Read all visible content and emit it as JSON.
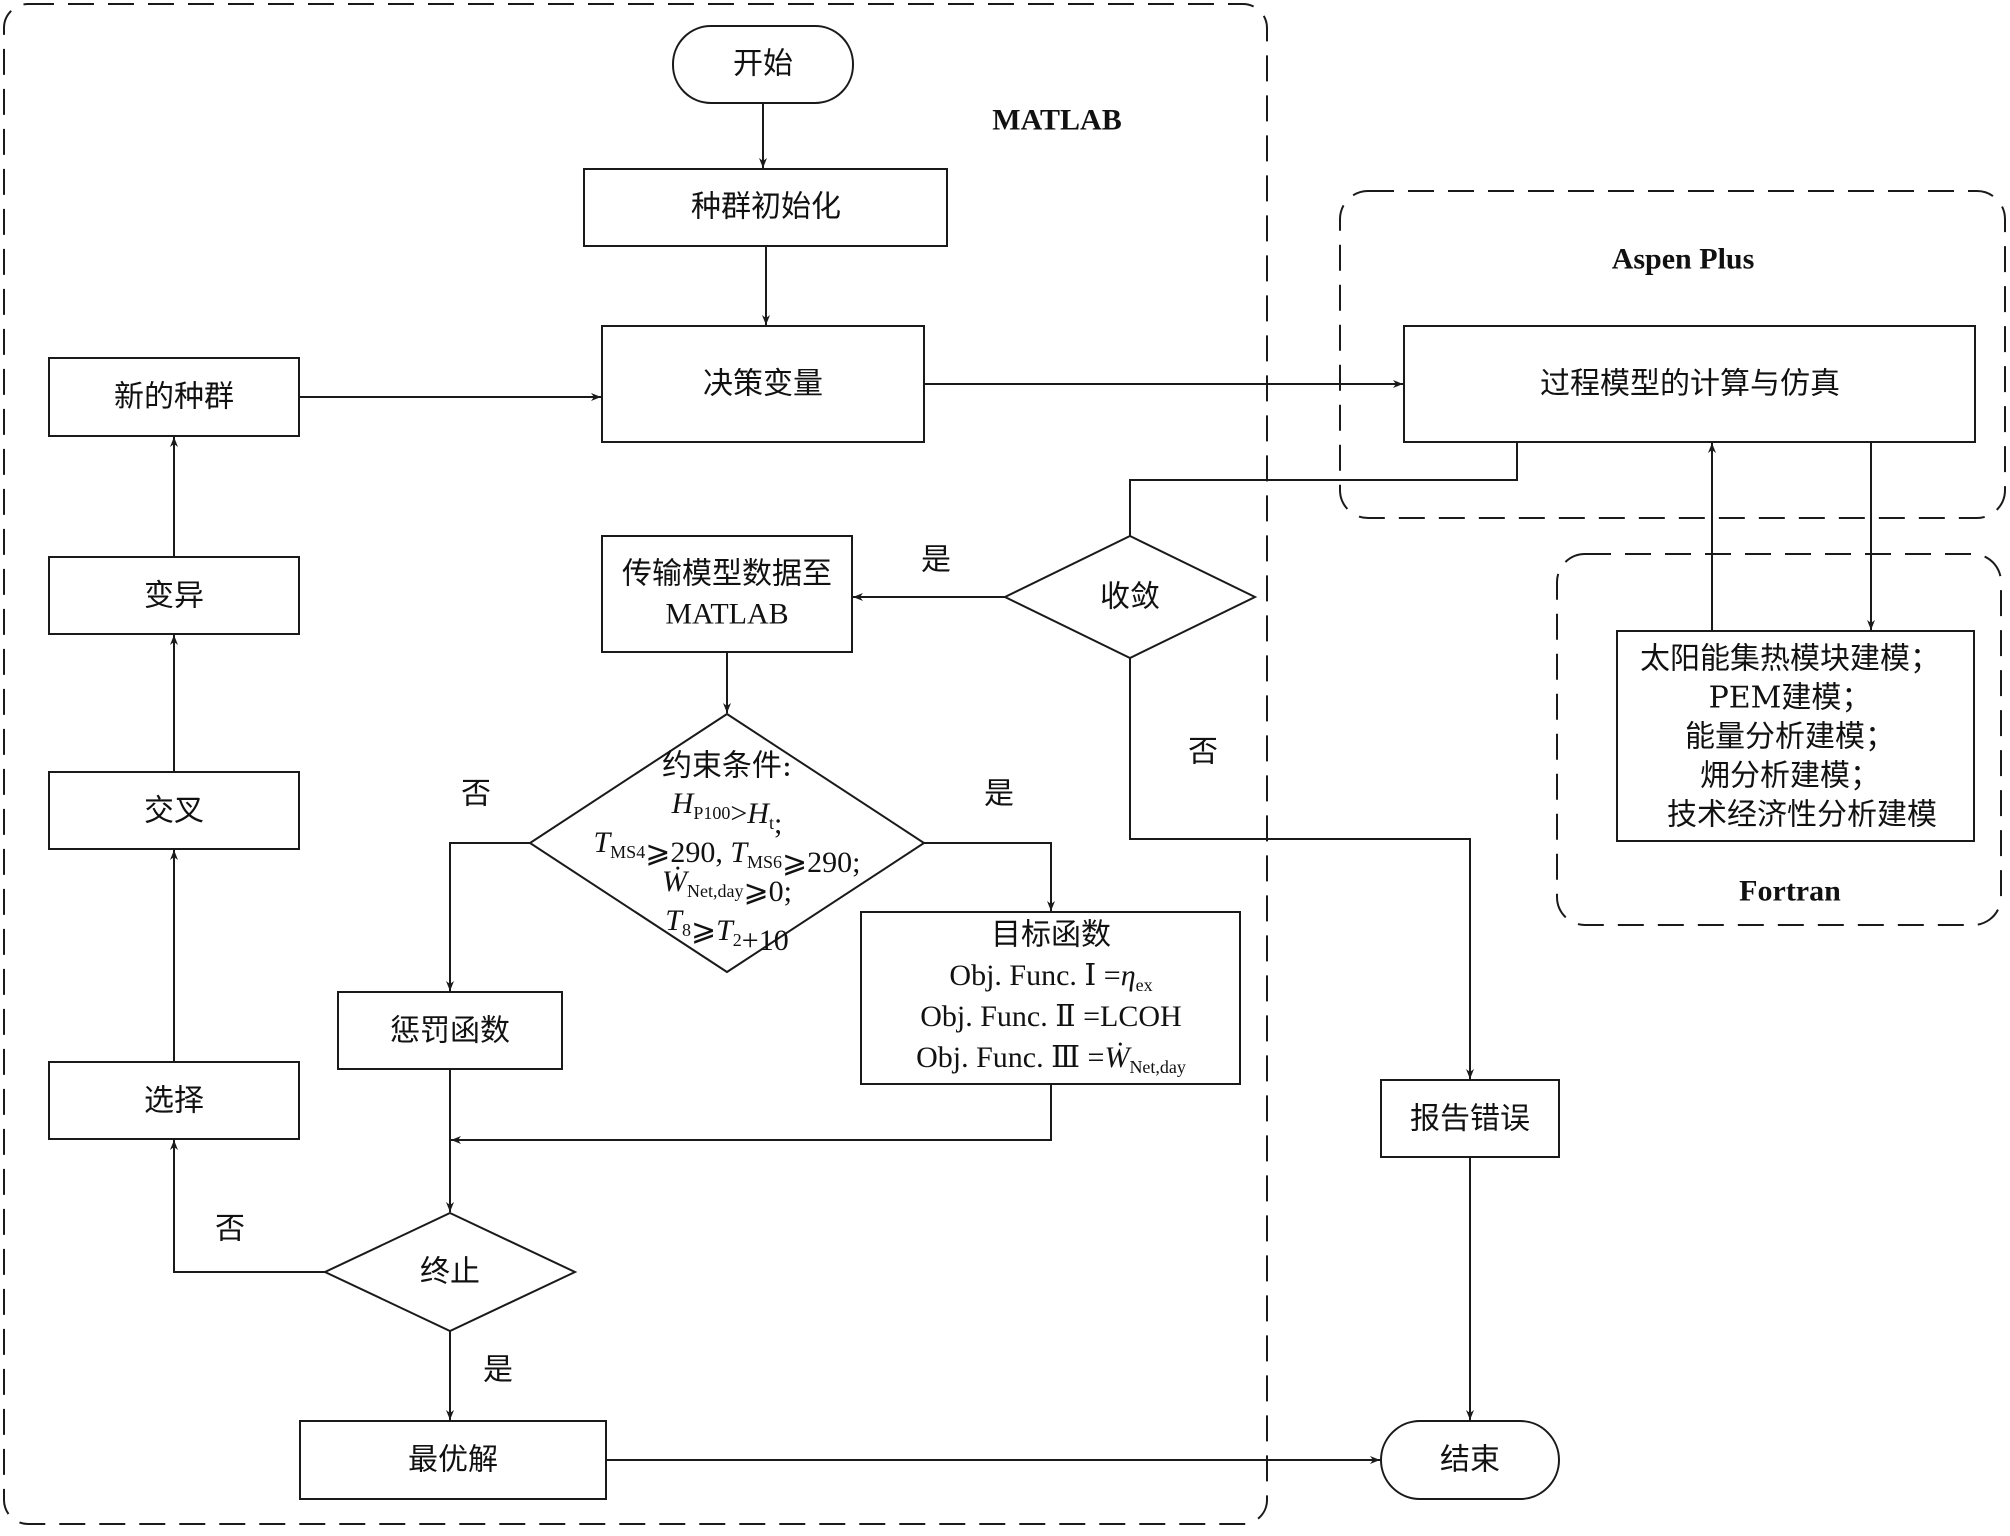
{
  "regions": {
    "matlab": "MATLAB",
    "aspen": "Aspen Plus",
    "fortran": "Fortran"
  },
  "nodes": {
    "start": "开始",
    "init_population": "种群初始化",
    "decision_vars": "决策变量",
    "new_population": "新的种群",
    "mutation": "变异",
    "crossover": "交叉",
    "selection": "选择",
    "transfer_data_line1": "传输模型数据至",
    "transfer_data_line2": "MATLAB",
    "converge": "收敛",
    "constraint_title": "约束条件:",
    "constraint_lines": [
      {
        "parts": [
          {
            "t": "H",
            "i": true
          },
          {
            "t": "P100",
            "sub": true
          },
          {
            "t": ">"
          },
          {
            "t": "H",
            "i": true
          },
          {
            "t": "t",
            "sub": true
          },
          {
            "t": ";"
          }
        ]
      },
      {
        "parts": [
          {
            "t": "T",
            "i": true
          },
          {
            "t": "MS4",
            "sub": true
          },
          {
            "t": "⩾290, "
          },
          {
            "t": "T",
            "i": true
          },
          {
            "t": "MS6",
            "sub": true
          },
          {
            "t": "⩾290;"
          }
        ]
      },
      {
        "parts": [
          {
            "t": "Ẇ",
            "i": true
          },
          {
            "t": "Net,day",
            "sub": true
          },
          {
            "t": "⩾0;"
          }
        ]
      },
      {
        "parts": [
          {
            "t": "T",
            "i": true
          },
          {
            "t": "8",
            "sub": true
          },
          {
            "t": "⩾"
          },
          {
            "t": "T",
            "i": true
          },
          {
            "t": "2",
            "sub": true
          },
          {
            "t": "+10"
          }
        ]
      }
    ],
    "objective_title": "目标函数",
    "objective_lines": [
      {
        "parts": [
          {
            "t": "Obj. Func. Ⅰ ="
          },
          {
            "t": "η",
            "i": true
          },
          {
            "t": "ex",
            "sub": true
          }
        ]
      },
      {
        "parts": [
          {
            "t": "Obj. Func. Ⅱ =LCOH"
          }
        ]
      },
      {
        "parts": [
          {
            "t": "Obj. Func. Ⅲ ="
          },
          {
            "t": "Ẇ",
            "i": true
          },
          {
            "t": "Net,day",
            "sub": true
          }
        ]
      }
    ],
    "penalty": "惩罚函数",
    "terminate": "终止",
    "optimal": "最优解",
    "end": "结束",
    "report_error": "报告错误",
    "process_model": "过程模型的计算与仿真",
    "fortran_lines": [
      "太阳能集热模块建模；",
      "PEM建模；",
      "能量分析建模；",
      "㶲分析建模；",
      "技术经济性分析建模"
    ]
  },
  "edge_labels": {
    "converge_yes": "是",
    "converge_no": "否",
    "constraint_no": "否",
    "constraint_yes": "是",
    "terminate_no": "否",
    "terminate_yes": "是"
  }
}
